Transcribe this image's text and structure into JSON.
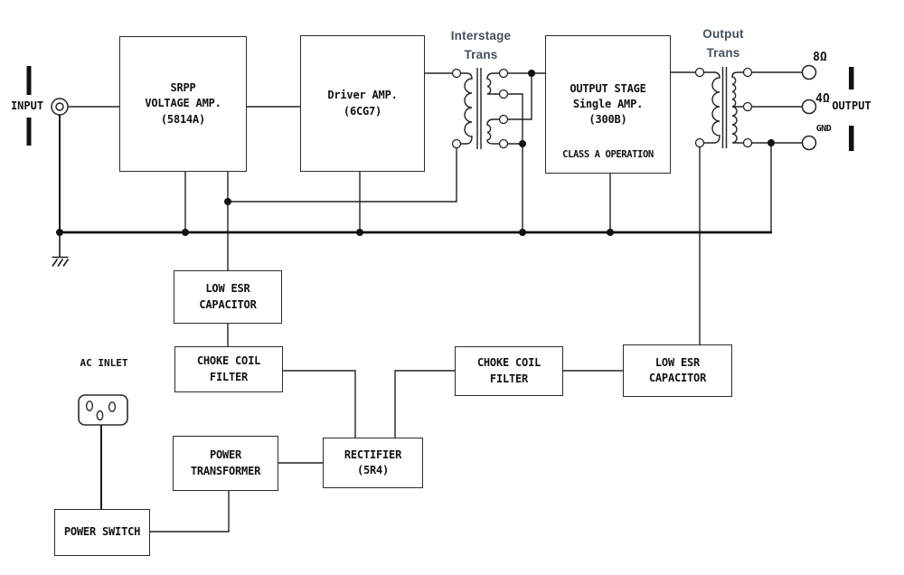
{
  "blocks": {
    "srpp": [
      "SRPP",
      "VOLTAGE AMP.",
      "(5814A)"
    ],
    "driver": [
      "Driver AMP.",
      "(6CG7)"
    ],
    "output_stage": [
      "OUTPUT STAGE",
      "Single AMP.",
      "(300B)"
    ],
    "output_stage_note": "CLASS A OPERATION",
    "low_esr_left": [
      "LOW ESR",
      "CAPACITOR"
    ],
    "choke_left": [
      "CHOKE COIL",
      "FILTER"
    ],
    "choke_right": [
      "CHOKE COIL",
      "FILTER"
    ],
    "low_esr_right": [
      "LOW ESR",
      "CAPACITOR"
    ],
    "power_transformer": [
      "POWER",
      "TRANSFORMER"
    ],
    "rectifier": [
      "RECTIFIER",
      "(5R4)"
    ],
    "power_switch": [
      "POWER SWITCH"
    ]
  },
  "labels": {
    "input": "INPUT",
    "output": "OUTPUT",
    "interstage_trans_line1": "Interstage",
    "interstage_trans_line2": "Trans",
    "output_trans_line1": "Output",
    "output_trans_line2": "Trans",
    "ac_inlet": "AC INLET",
    "tap_8": "8Ω",
    "tap_4": "4Ω",
    "tap_gnd": "GND"
  },
  "colors": {
    "wire": "#222222",
    "ground_bus": "#111111",
    "trans_label": "#44505e",
    "text": "#111111",
    "background": "#ffffff"
  }
}
